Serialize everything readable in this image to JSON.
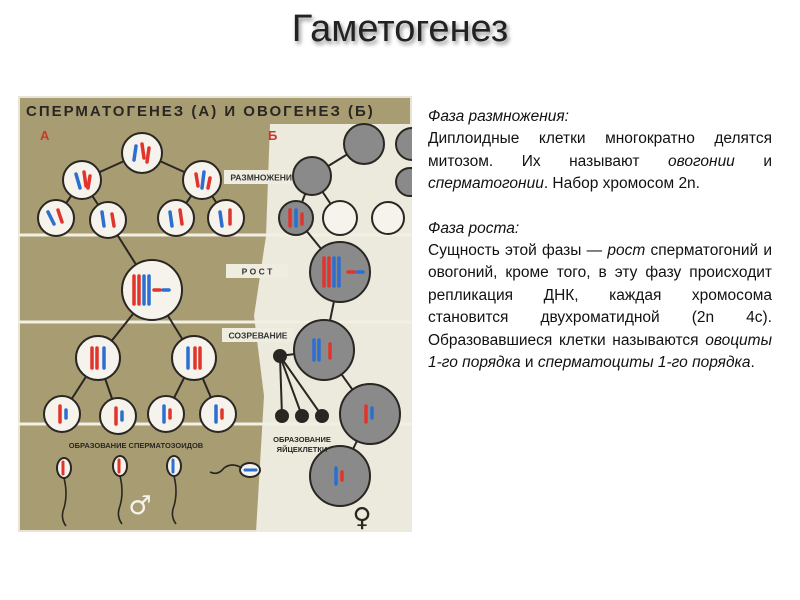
{
  "slide": {
    "title": "Гаметогенез"
  },
  "poster": {
    "title": "СПЕРМАТОГЕНЕЗ (А) И ОВОГЕНЕЗ (Б)",
    "label_a": "А",
    "label_b": "Б",
    "stage_labels": {
      "reproduction": "РАЗМНОЖЕНИЕ",
      "growth": "Р О С Т",
      "maturation": "СОЗРЕВАНИЕ"
    },
    "bottom_left": "ОБРАЗОВАНИЕ СПЕРМАТОЗОИДОВ",
    "bottom_right_line1": "ОБРАЗОВАНИЕ",
    "bottom_right_line2": "ЯЙЦЕКЛЕТКИ",
    "male_symbol": "♂",
    "female_symbol": "♀",
    "colors": {
      "background": "#a89d72",
      "dark_panel": "#ece9dd",
      "chromosome_red": "#e0342c",
      "chromosome_blue": "#2d6fd1",
      "cell_gray": "#8a8a8a"
    }
  },
  "text": {
    "p1_head": "Фаза размножения:",
    "p1_a": "Диплоидные клетки многократно делятся митозом. Их называют ",
    "p1_em1": "овогонии",
    "p1_b": " и ",
    "p1_em2": "сперматогонии",
    "p1_c": ". Набор хромосом 2n.",
    "p2_head": "Фаза роста:",
    "p2_a": "Сущность этой фазы — ",
    "p2_em1": "рост",
    "p2_b": " сперматогоний и овогоний, кроме того, в эту фазу происходит репликация ДНК, каждая хромосома становится двухроматидной (2n 4c). Образовавшиеся клетки называются ",
    "p2_em2": "овоциты 1-го порядка",
    "p2_c": " и ",
    "p2_em3": "сперматоциты 1-го порядка",
    "p2_d": "."
  }
}
